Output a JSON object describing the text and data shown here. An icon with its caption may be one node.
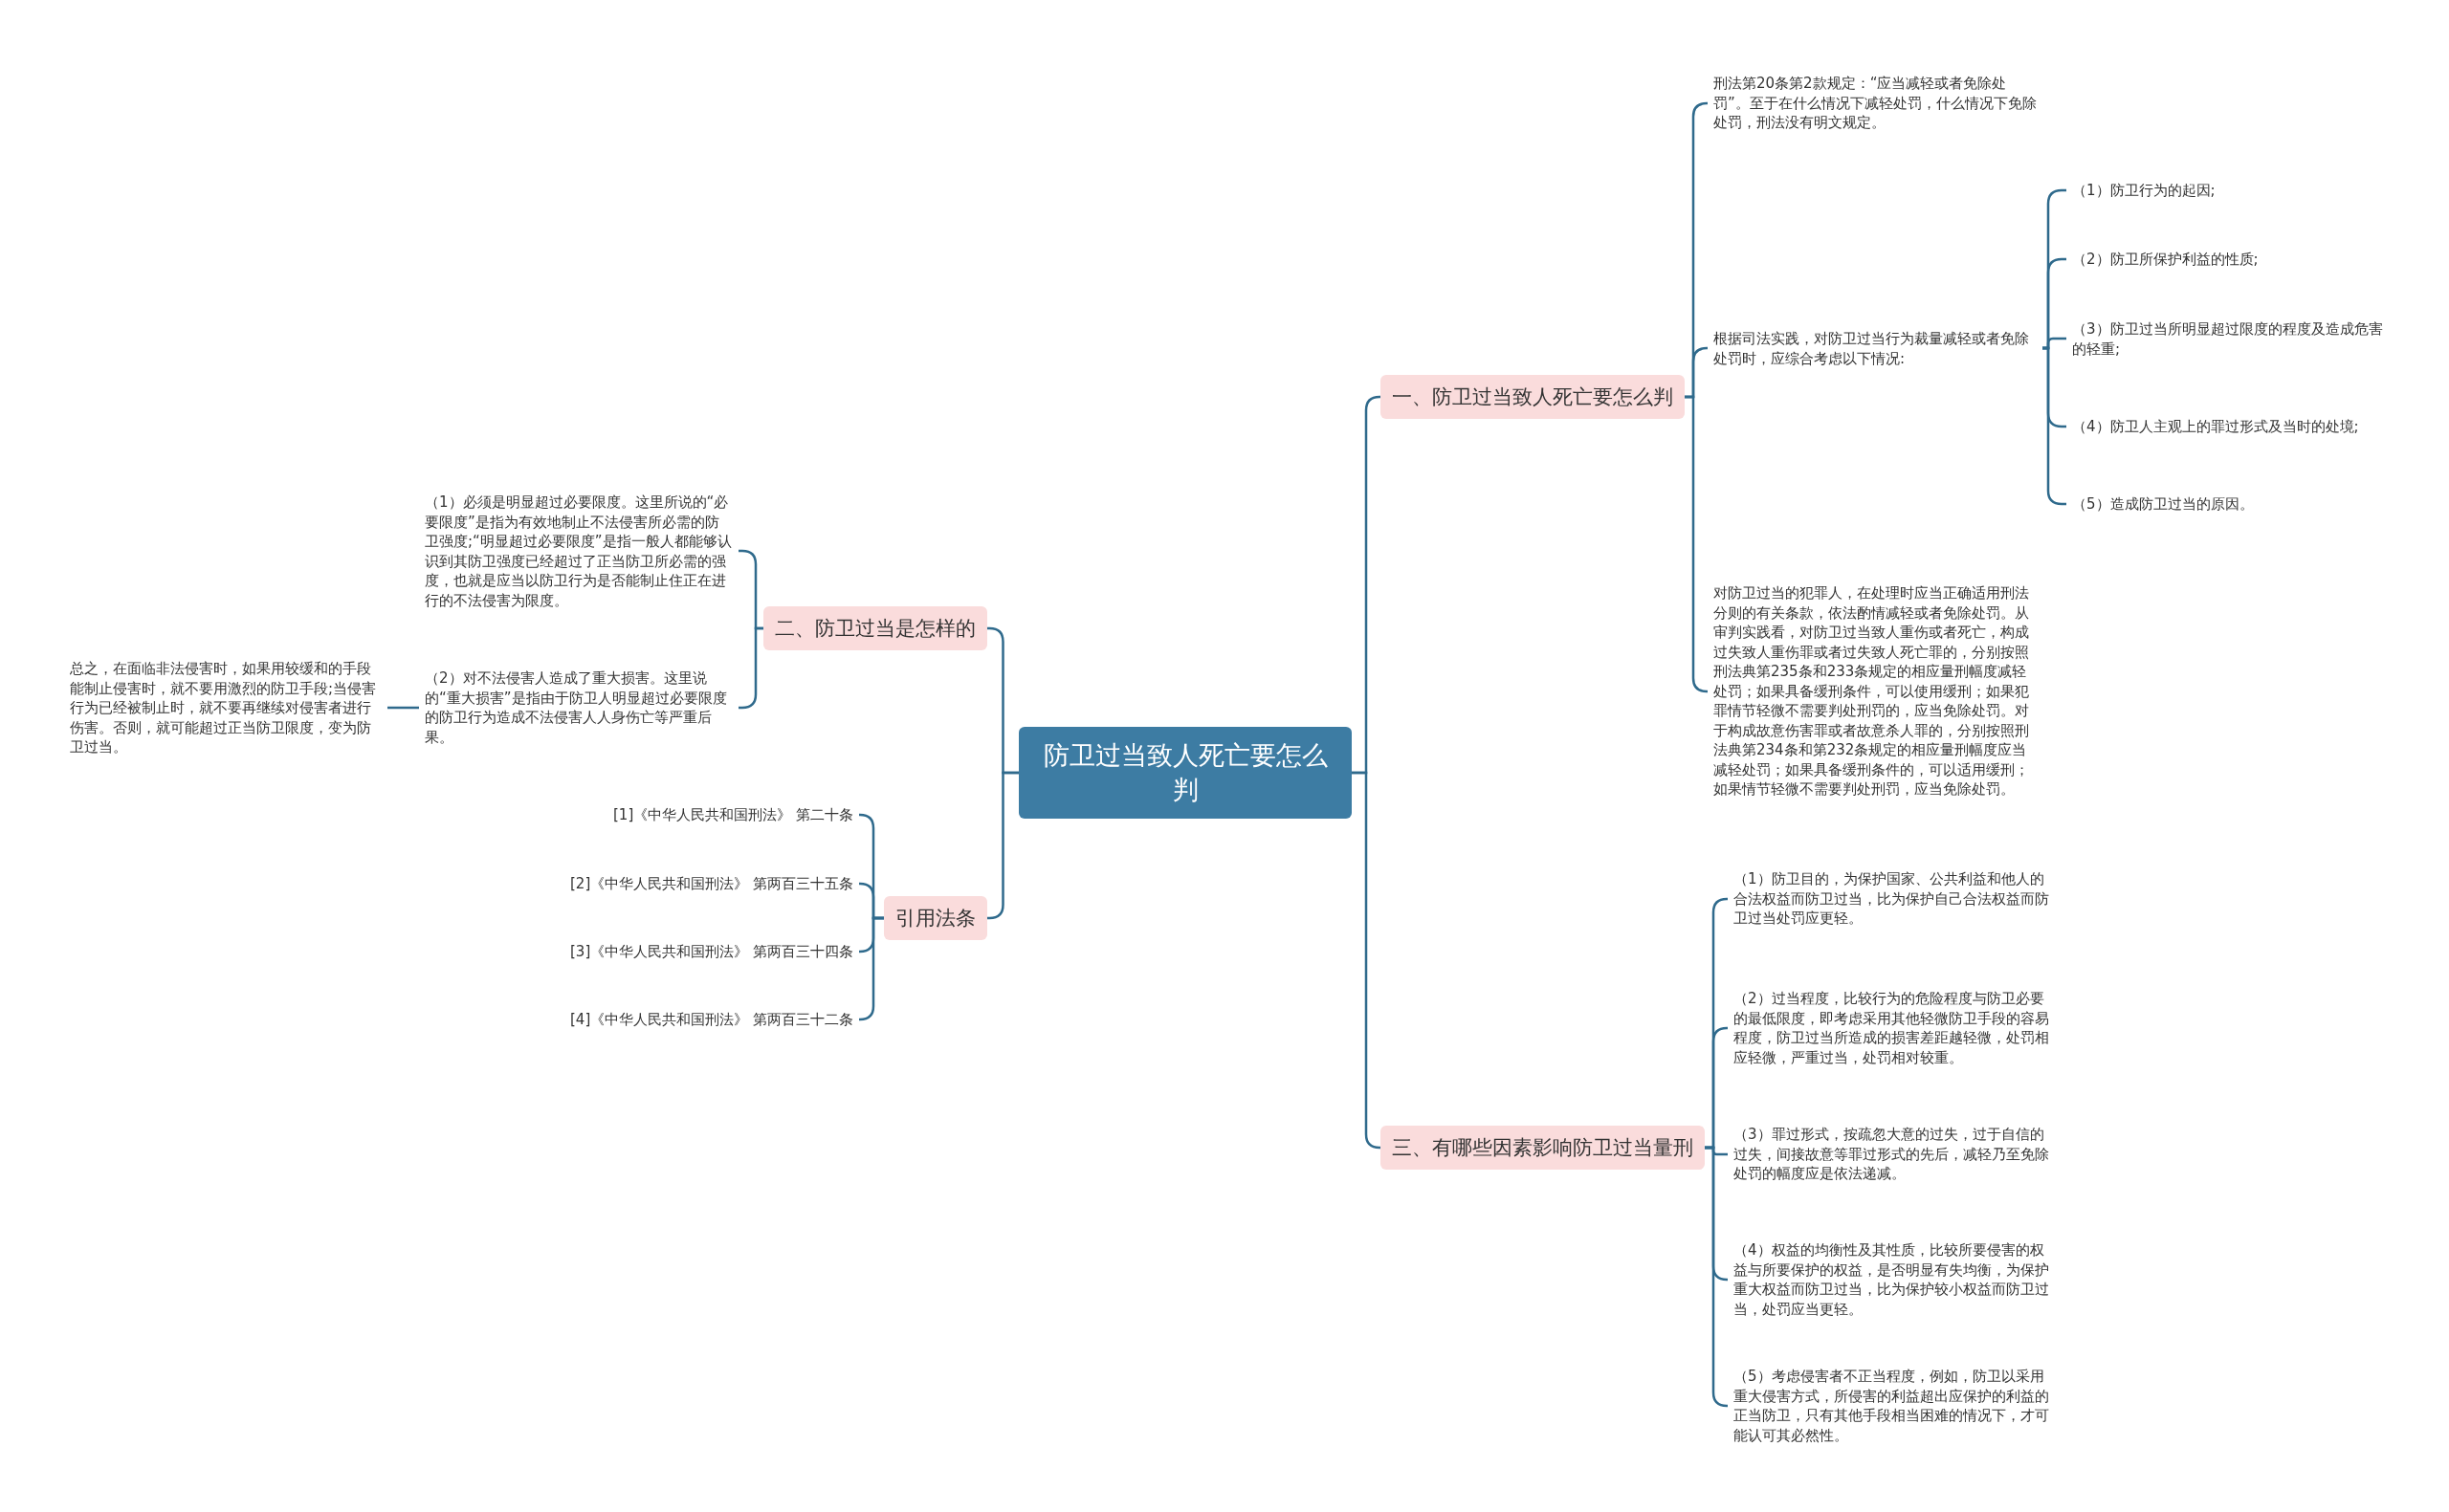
{
  "diagram": {
    "nodes": [
      {
        "text": [
          "防卫过当致人死亡要怎么判"
        ]
      },
      {
        "text": [
          "一、防卫过当致人死亡要怎么判"
        ]
      },
      {
        "text": [
          "刑法第20条第2款规定：“应当减轻或者免除处罚”。至于在什么情况下减轻处罚，什么情况下免除处罚，刑法没有明文规定。"
        ]
      },
      {
        "text": [
          "根据司法实践，对防卫过当行为裁量减轻或者免除处罚时，应综合考虑以下情况:"
        ]
      },
      {
        "text": [
          "（1）防卫行为的起因;"
        ]
      },
      {
        "text": [
          "（2）防卫所保护利益的性质;"
        ]
      },
      {
        "text": [
          "（3）防卫过当所明显超过限度的程度及造成危害的轻重;"
        ]
      },
      {
        "text": [
          "（4）防卫人主观上的罪过形式及当时的处境;"
        ]
      },
      {
        "text": [
          "（5）造成防卫过当的原因。"
        ]
      },
      {
        "text": [
          "对防卫过当的犯罪人，在处理时应当正确适用刑法分则的有关条款，依法酌情减轻或者免除处罚。从审判实践看，对防卫过当致人重伤或者死亡，构成过失致人重伤罪或者过失致人死亡罪的，分别按照刑法典第235条和233条规定的相应量刑幅度减轻处罚；如果具备缓刑条件，可以使用缓刑；如果犯罪情节轻微不需要判处刑罚的，应当免除处罚。对于构成故意伤害罪或者故意杀人罪的，分别按照刑法典第234条和第232条规定的相应量刑幅度应当减轻处罚；如果具备缓刑条件的，可以适用缓刑；如果情节轻微不需要判处刑罚，应当免除处罚。"
        ]
      },
      {
        "text": [
          "二、防卫过当是怎样的"
        ]
      },
      {
        "text": [
          "（1）必须是明显超过必要限度。这里所说的“必要限度”是指为有效地制止不法侵害所必需的防卫强度;“明显超过必要限度”是指一般人都能够认识到其防卫强度已经超过了正当防卫所必需的强度，也就是应当以防卫行为是否能制止住正在进行的不法侵害为限度。"
        ]
      },
      {
        "text": [
          "（2）对不法侵害人造成了重大损害。这里说的“重大损害”是指由于防卫人明显超过必要限度的防卫行为造成不法侵害人人身伤亡等严重后果。"
        ]
      },
      {
        "text": [
          "总之，在面临非法侵害时，如果用较缓和的手段能制止侵害时，就不要用激烈的防卫手段;当侵害行为已经被制止时，就不要再继续对侵害者进行伤害。否则，就可能超过正当防卫限度，变为防卫过当。"
        ]
      },
      {
        "text": [
          "引用法条"
        ]
      },
      {
        "text": [
          "[1]《中华人民共和国刑法》 第二十条"
        ]
      },
      {
        "text": [
          "[2]《中华人民共和国刑法》 第两百三十五条"
        ]
      },
      {
        "text": [
          "[3]《中华人民共和国刑法》 第两百三十四条"
        ]
      },
      {
        "text": [
          "[4]《中华人民共和国刑法》 第两百三十二条"
        ]
      },
      {
        "text": [
          "三、有哪些因素影响防卫过当量刑"
        ]
      },
      {
        "text": [
          "（1）防卫目的，为保护国家、公共利益和他人的合法权益而防卫过当，比为保护自己合法权益而防卫过当处罚应更轻。"
        ]
      },
      {
        "text": [
          "（2）过当程度，比较行为的危险程度与防卫必要的最低限度，即考虑采用其他轻微防卫手段的容易程度，防卫过当所造成的损害差距越轻微，处罚相应轻微，严重过当，处罚相对较重。"
        ]
      },
      {
        "text": [
          "（3）罪过形式，按疏忽大意的过失，过于自信的过失，间接故意等罪过形式的先后，减轻乃至免除处罚的幅度应是依法递减。"
        ]
      },
      {
        "text": [
          "（4）权益的均衡性及其性质，比较所要侵害的权益与所要保护的权益，是否明显有失均衡，为保护重大权益而防卫过当，比为保护较小权益而防卫过当，处罚应当更轻。"
        ]
      },
      {
        "text": [
          "（5）考虑侵害者不正当程度，例如，防卫以采用重大侵害方式，所侵害的利益超出应保护的利益的正当防卫，只有其他手段相当困难的情况下，才可能认可其必然性。"
        ]
      }
    ],
    "edges": [
      {
        "from": 0,
        "to": 1,
        "arrow": "none"
      },
      {
        "from": 1,
        "to": 2,
        "arrow": "none"
      },
      {
        "from": 1,
        "to": 3,
        "arrow": "none"
      },
      {
        "from": 3,
        "to": 4,
        "arrow": "none"
      },
      {
        "from": 3,
        "to": 5,
        "arrow": "none"
      },
      {
        "from": 3,
        "to": 6,
        "arrow": "none"
      },
      {
        "from": 3,
        "to": 7,
        "arrow": "none"
      },
      {
        "from": 3,
        "to": 8,
        "arrow": "none"
      },
      {
        "from": 1,
        "to": 9,
        "arrow": "none"
      },
      {
        "from": 0,
        "to": 10,
        "arrow": "none"
      },
      {
        "from": 10,
        "to": 11,
        "arrow": "none"
      },
      {
        "from": 10,
        "to": 12,
        "arrow": "none"
      },
      {
        "from": 12,
        "to": 13,
        "arrow": "none"
      },
      {
        "from": 0,
        "to": 14,
        "arrow": "none"
      },
      {
        "from": 14,
        "to": 15,
        "arrow": "none"
      },
      {
        "from": 14,
        "to": 16,
        "arrow": "none"
      },
      {
        "from": 14,
        "to": 17,
        "arrow": "none"
      },
      {
        "from": 14,
        "to": 18,
        "arrow": "none"
      },
      {
        "from": 0,
        "to": 19,
        "arrow": "none"
      },
      {
        "from": 19,
        "to": 20,
        "arrow": "none"
      },
      {
        "from": 19,
        "to": 21,
        "arrow": "none"
      },
      {
        "from": 19,
        "to": 22,
        "arrow": "none"
      },
      {
        "from": 19,
        "to": 23,
        "arrow": "none"
      },
      {
        "from": 19,
        "to": 24,
        "arrow": "none"
      }
    ]
  }
}
